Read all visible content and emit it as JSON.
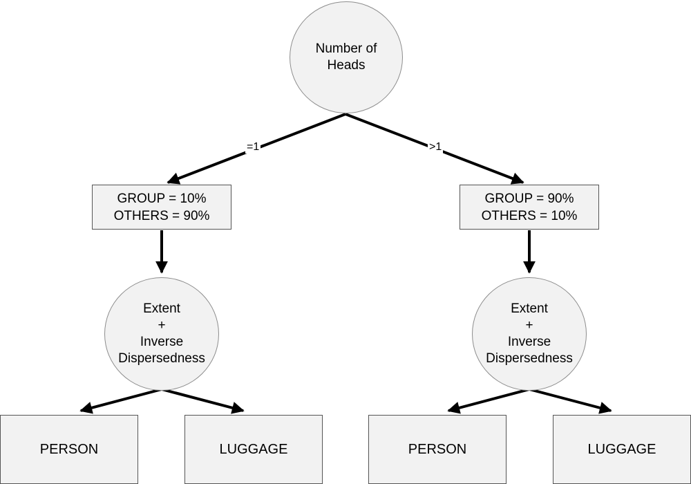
{
  "diagram": {
    "root_node": {
      "lines": [
        "Number of",
        "Heads"
      ]
    },
    "branch_labels": {
      "left": "=1",
      "right": ">1"
    },
    "probability_boxes": {
      "left": {
        "lines": [
          "GROUP = 10%",
          "OTHERS = 90%"
        ]
      },
      "right": {
        "lines": [
          "GROUP = 90%",
          "OTHERS = 10%"
        ]
      }
    },
    "feature_nodes": {
      "left": {
        "lines": [
          "Extent",
          "+",
          "Inverse",
          "Dispersedness"
        ]
      },
      "right": {
        "lines": [
          "Extent",
          "+",
          "Inverse",
          "Dispersedness"
        ]
      }
    },
    "leaf_boxes": {
      "left_person": "PERSON",
      "left_luggage": "LUGGAGE",
      "right_person": "PERSON",
      "right_luggage": "LUGGAGE"
    },
    "colors": {
      "background": "#ffffff",
      "node_fill": "#f2f2f2",
      "circle_border": "#8c8c8c",
      "box_border": "#545454",
      "arrow": "#000000",
      "text": "#000000"
    }
  }
}
